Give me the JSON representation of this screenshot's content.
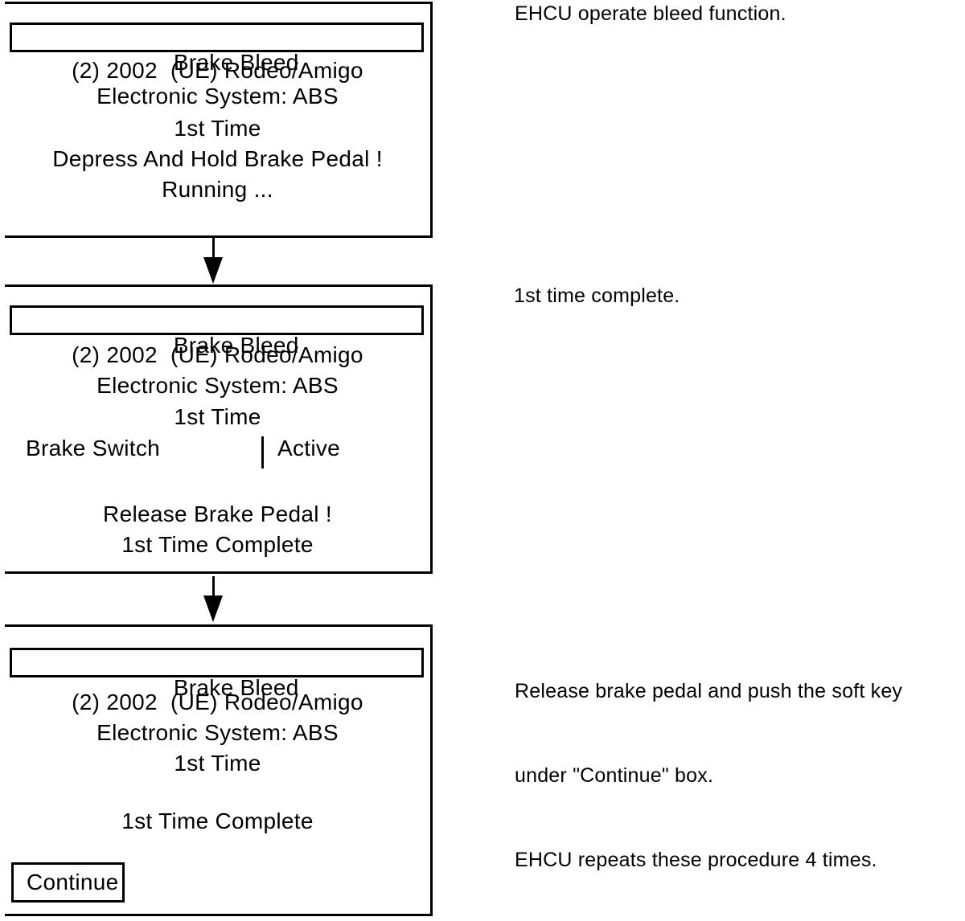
{
  "colors": {
    "ink": "#000000",
    "paper": "#ffffff"
  },
  "screens": [
    {
      "title": "Brake Bleed",
      "lines": [
        "(2) 2002  (UE) Rodeo/Amigo",
        "Electronic System: ABS",
        "1st Time",
        "Depress And Hold Brake Pedal !",
        "Running ..."
      ]
    },
    {
      "title": "Brake Bleed",
      "lines": [
        "(2) 2002  (UE) Rodeo/Amigo",
        "Electronic System: ABS",
        "1st Time"
      ],
      "data_row": {
        "label": "Brake Switch",
        "value": "Active"
      },
      "lines2": [
        "Release Brake Pedal !",
        "1st Time Complete"
      ]
    },
    {
      "title": "Brake Bleed",
      "lines": [
        "(2) 2002  (UE) Rodeo/Amigo",
        "Electronic System: ABS",
        "1st Time"
      ],
      "status": "1st Time Complete",
      "button": "Continue"
    }
  ],
  "notes": [
    {
      "text": "EHCU operate bleed function."
    },
    {
      "text": "1st time complete."
    },
    {
      "lines": [
        "Release brake pedal and push the soft key",
        "under \"Continue\" box.",
        "EHCU repeats these procedure 4 times."
      ]
    }
  ]
}
